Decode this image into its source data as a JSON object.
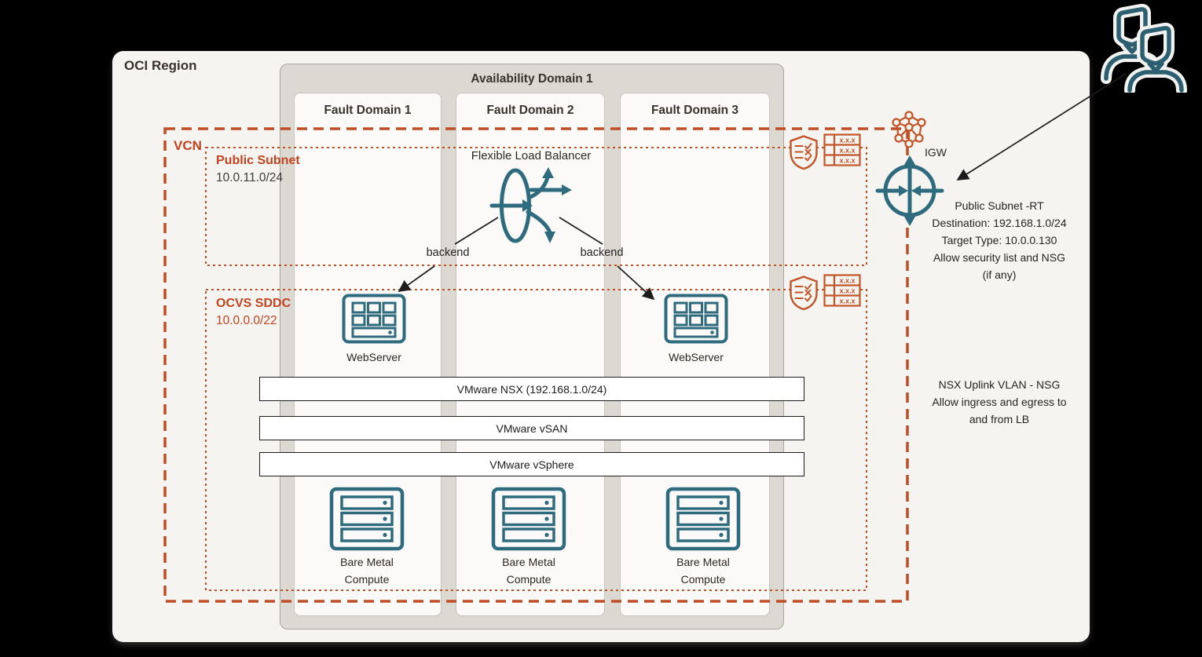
{
  "colors": {
    "orange": "#c0512a",
    "orange_text": "#c2431f",
    "teal": "#2f6b7e"
  },
  "oci_region": {
    "label": "OCI Region"
  },
  "availability_domain": {
    "label": "Availability Domain 1"
  },
  "fault_domains": [
    {
      "label": "Fault Domain 1"
    },
    {
      "label": "Fault Domain 2"
    },
    {
      "label": "Fault Domain 3"
    }
  ],
  "vcn": {
    "label": "VCN"
  },
  "public_subnet": {
    "label": "Public Subnet",
    "cidr": "10.0.11.0/24"
  },
  "ocvs_sddc": {
    "label": "OCVS SDDC",
    "cidr": "10.0.0.0/22"
  },
  "load_balancer": {
    "label": "Flexible Load Balancer",
    "backend_left": "backend",
    "backend_right": "backend"
  },
  "webserver": {
    "label": "WebServer"
  },
  "vmware_layers": [
    {
      "label": "VMware NSX (192.168.1.0/24)"
    },
    {
      "label": "VMware vSAN"
    },
    {
      "label": "VMware vSphere"
    }
  ],
  "bare_metal": {
    "line1": "Bare Metal",
    "line2": "Compute"
  },
  "igw": {
    "label": "IGW"
  },
  "route_table_note": {
    "line1": "Public Subnet -RT",
    "line2": "Destination: 192.168.1.0/24",
    "line3": "Target Type: 10.0.0.130",
    "line4": "Allow security list and NSG",
    "line5": "(if any)"
  },
  "nsg_note": {
    "line1": "NSX Uplink VLAN - NSG",
    "line2": "Allow ingress and egress to",
    "line3": "and from LB"
  },
  "route_table_icon": {
    "cell": "x.x.x"
  }
}
